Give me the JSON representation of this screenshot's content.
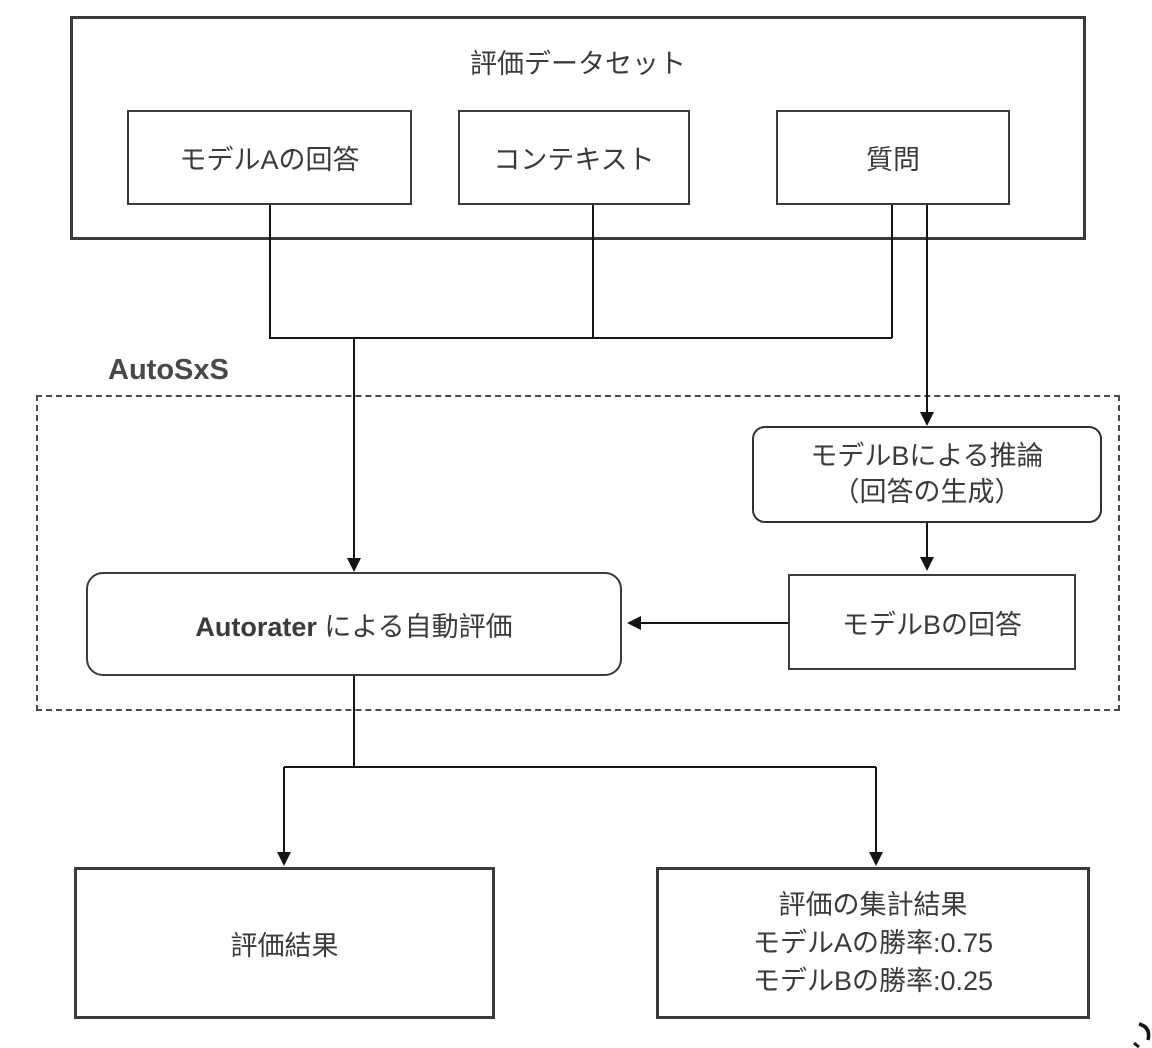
{
  "diagram": {
    "dataset": {
      "title": "評価データセット",
      "items": [
        {
          "label": "モデルAの回答"
        },
        {
          "label": "コンテキスト"
        },
        {
          "label": "質問"
        }
      ]
    },
    "autosxs": {
      "label": "AutoSxS",
      "inference_line1": "モデルBによる推論",
      "inference_line2": "（回答の生成）",
      "autorater_bold": "Autorater",
      "autorater_rest": " による自動評価",
      "model_b_answer": "モデルBの回答"
    },
    "outputs": {
      "result": "評価結果",
      "aggregate_title": "評価の集計結果",
      "aggregate_model_a": "モデルAの勝率:0.75",
      "aggregate_model_b": "モデルBの勝率:0.25"
    },
    "colors": {
      "line": "#141414",
      "border": "#3a3a3a",
      "text": "#3a3a3a"
    }
  }
}
